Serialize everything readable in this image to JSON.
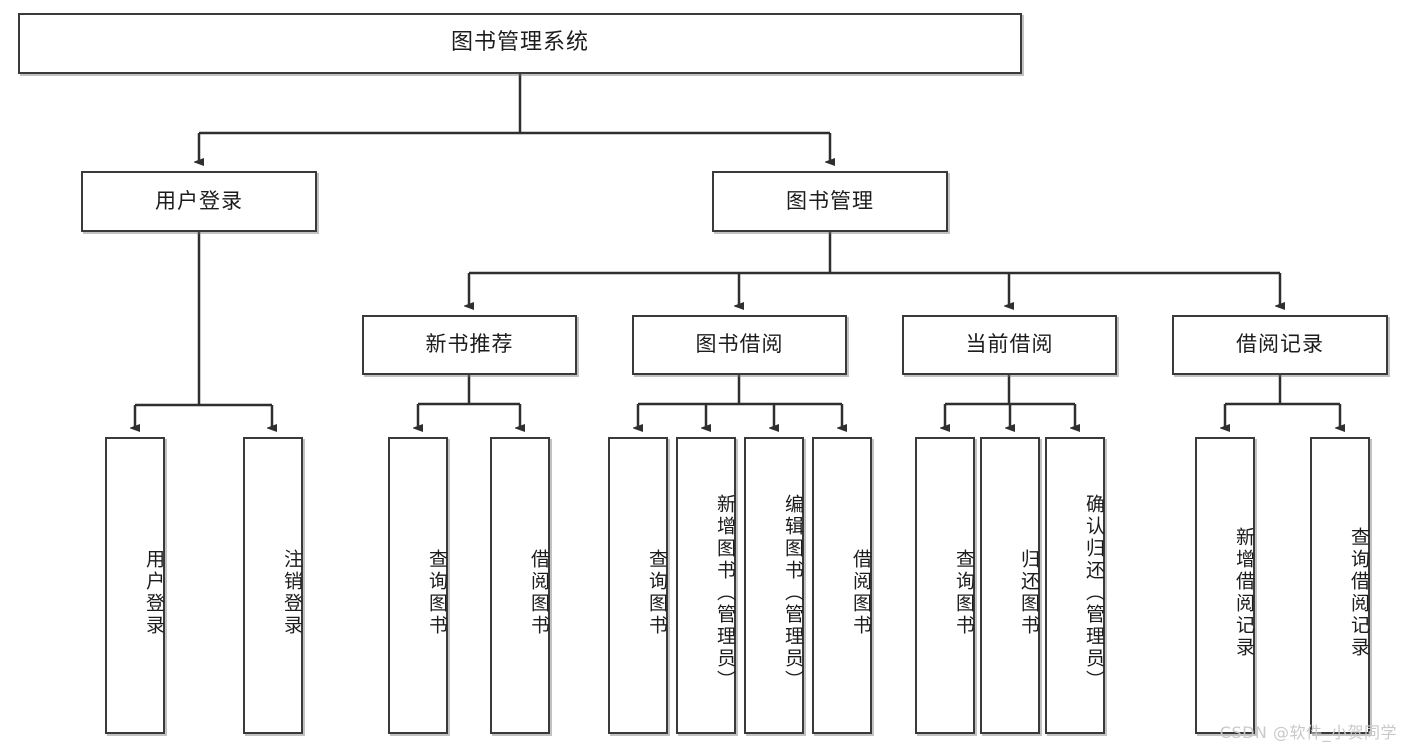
{
  "diagram": {
    "title": "图书管理系统",
    "watermark": "CSDN @软件_小贺同学",
    "root": {
      "label": "图书管理系统"
    },
    "level2": [
      {
        "id": "user-login",
        "label": "用户登录"
      },
      {
        "id": "book-manage",
        "label": "图书管理"
      }
    ],
    "level3": [
      {
        "id": "new-book-recommend",
        "label": "新书推荐"
      },
      {
        "id": "book-borrow",
        "label": "图书借阅"
      },
      {
        "id": "current-borrow",
        "label": "当前借阅"
      },
      {
        "id": "borrow-record",
        "label": "借阅记录"
      }
    ],
    "leaves": {
      "user_login": [
        {
          "id": "leaf-user-login",
          "label": "用户登录"
        },
        {
          "id": "leaf-logout",
          "label": "注销登录"
        }
      ],
      "new_book_recommend": [
        {
          "id": "leaf-query-book-1",
          "label": "查询图书"
        },
        {
          "id": "leaf-borrow-book-1",
          "label": "借阅图书"
        }
      ],
      "book_borrow": [
        {
          "id": "leaf-query-book-2",
          "label": "查询图书"
        },
        {
          "id": "leaf-add-book",
          "label": "新增图书（管理员）"
        },
        {
          "id": "leaf-edit-book",
          "label": "编辑图书（管理员）"
        },
        {
          "id": "leaf-borrow-book-2",
          "label": "借阅图书"
        }
      ],
      "current_borrow": [
        {
          "id": "leaf-query-book-3",
          "label": "查询图书"
        },
        {
          "id": "leaf-return-book",
          "label": "归还图书"
        },
        {
          "id": "leaf-confirm-return",
          "label": "确认归还（管理员）"
        }
      ],
      "borrow_record": [
        {
          "id": "leaf-add-record",
          "label": "新增借阅记录"
        },
        {
          "id": "leaf-query-record",
          "label": "查询借阅记录"
        }
      ]
    },
    "colors": {
      "stroke": "#3a3a3a",
      "fill": "#ffffff",
      "text": "#1c1c1c",
      "watermark": "#c9c9c9"
    }
  }
}
